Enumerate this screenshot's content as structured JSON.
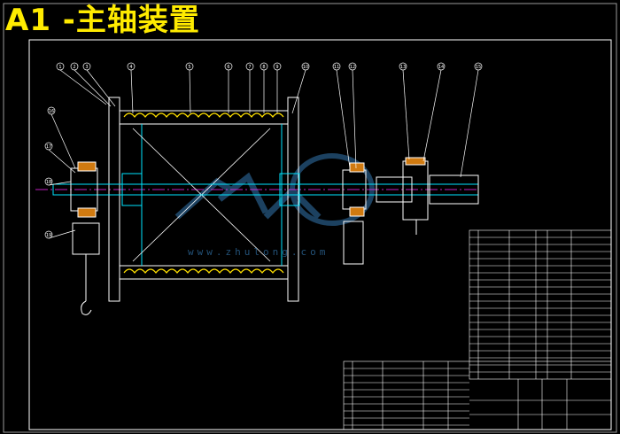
{
  "title": "A1 -主轴装置",
  "watermark": {
    "url": "www.zhulong.com"
  },
  "balloon_labels": [
    "1",
    "2",
    "3",
    "4",
    "5",
    "6",
    "7",
    "8",
    "9",
    "10",
    "11",
    "12",
    "13",
    "14",
    "15",
    "16",
    "17",
    "18",
    "19"
  ],
  "colors": {
    "background": "#000000",
    "frame": "#ffffff",
    "title": "#ffeb00",
    "cyan": "#00e5ff",
    "yellow": "#ffe000",
    "magenta": "#ff2cff",
    "green": "#3cff3c",
    "red": "#ff3030"
  }
}
